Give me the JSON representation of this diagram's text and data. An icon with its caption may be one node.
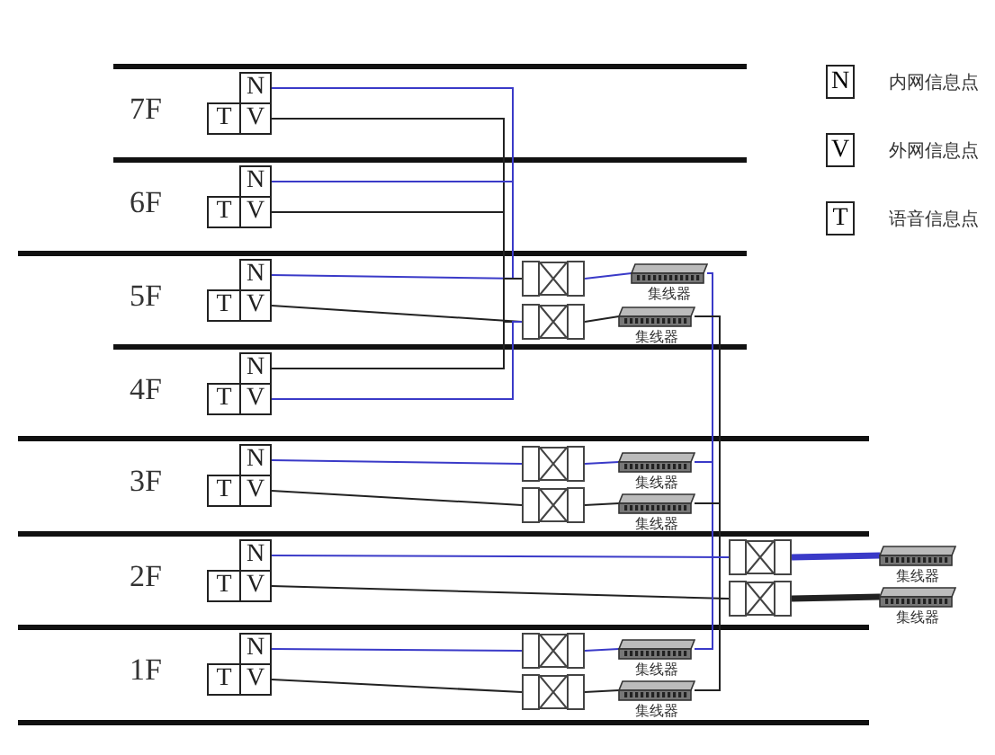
{
  "diagram": {
    "nodes": [
      {
        "text": [
          "N"
        ]
      },
      {
        "text": [
          "T"
        ]
      },
      {
        "text": [
          "V"
        ]
      },
      {
        "text": [
          "N"
        ]
      },
      {
        "text": [
          "T"
        ]
      },
      {
        "text": [
          "V"
        ]
      },
      {
        "text": [
          "N"
        ]
      },
      {
        "text": [
          "T"
        ]
      },
      {
        "text": [
          "V"
        ]
      },
      {
        "text": [
          "N"
        ]
      },
      {
        "text": [
          "T"
        ]
      },
      {
        "text": [
          "V"
        ]
      },
      {
        "text": [
          "N"
        ]
      },
      {
        "text": [
          "T"
        ]
      },
      {
        "text": [
          "V"
        ]
      },
      {
        "text": [
          "N"
        ]
      },
      {
        "text": [
          "T"
        ]
      },
      {
        "text": [
          "V"
        ]
      },
      {
        "text": [
          "N"
        ]
      },
      {
        "text": [
          "T"
        ]
      },
      {
        "text": [
          "V"
        ]
      },
      {
        "text": [],
        "shape": "box"
      },
      {
        "text": [
          "集线器"
        ]
      },
      {
        "text": [],
        "shape": "box"
      },
      {
        "text": [
          "集线器"
        ]
      },
      {
        "text": [],
        "shape": "box"
      },
      {
        "text": [
          "集线器"
        ]
      },
      {
        "text": [],
        "shape": "box"
      },
      {
        "text": [
          "集线器"
        ]
      },
      {
        "text": [],
        "shape": "box"
      },
      {
        "text": [
          "集线器"
        ]
      },
      {
        "text": [],
        "shape": "box"
      },
      {
        "text": [
          "集线器"
        ]
      },
      {
        "text": [],
        "shape": "box"
      },
      {
        "text": [
          "集线器"
        ]
      },
      {
        "text": [],
        "shape": "box"
      },
      {
        "text": [
          "集线器"
        ]
      }
    ],
    "edges": [
      {
        "from": 0,
        "to": 21,
        "arrow": "none",
        "color": "#3a3ac8"
      },
      {
        "from": 2,
        "to": 23,
        "arrow": "none",
        "color": "#222222"
      },
      {
        "from": 3,
        "to": 21,
        "arrow": "none",
        "color": "#3a3ac8"
      },
      {
        "from": 5,
        "to": 23,
        "arrow": "none",
        "color": "#222222"
      },
      {
        "from": 6,
        "to": 21,
        "arrow": "none",
        "color": "#3a3ac8"
      },
      {
        "from": 8,
        "to": 23,
        "arrow": "none",
        "color": "#222222"
      },
      {
        "from": 9,
        "to": 21,
        "arrow": "none",
        "color": "#222222"
      },
      {
        "from": 11,
        "to": 23,
        "arrow": "none",
        "color": "#3a3ac8"
      },
      {
        "from": 12,
        "to": 25,
        "arrow": "none",
        "color": "#3a3ac8"
      },
      {
        "from": 14,
        "to": 27,
        "arrow": "none",
        "color": "#222222"
      },
      {
        "from": 15,
        "to": 29,
        "arrow": "none",
        "color": "#3a3ac8"
      },
      {
        "from": 17,
        "to": 31,
        "arrow": "none",
        "color": "#222222"
      },
      {
        "from": 18,
        "to": 33,
        "arrow": "none",
        "color": "#3a3ac8"
      },
      {
        "from": 20,
        "to": 35,
        "arrow": "none",
        "color": "#222222"
      },
      {
        "from": 21,
        "to": 22,
        "arrow": "none",
        "color": "#3a3ac8"
      },
      {
        "from": 23,
        "to": 24,
        "arrow": "none",
        "color": "#222222"
      },
      {
        "from": 25,
        "to": 26,
        "arrow": "none",
        "color": "#3a3ac8"
      },
      {
        "from": 27,
        "to": 28,
        "arrow": "none",
        "color": "#222222"
      },
      {
        "from": 33,
        "to": 34,
        "arrow": "none",
        "color": "#3a3ac8"
      },
      {
        "from": 35,
        "to": 36,
        "arrow": "none",
        "color": "#222222"
      },
      {
        "from": 22,
        "to": 29,
        "arrow": "none",
        "color": "#3a3ac8"
      },
      {
        "from": 24,
        "to": 31,
        "arrow": "none",
        "color": "#222222"
      },
      {
        "from": 26,
        "to": 29,
        "arrow": "none",
        "color": "#3a3ac8"
      },
      {
        "from": 28,
        "to": 31,
        "arrow": "none",
        "color": "#222222"
      },
      {
        "from": 34,
        "to": 29,
        "arrow": "none",
        "color": "#3a3ac8"
      },
      {
        "from": 36,
        "to": 31,
        "arrow": "none",
        "color": "#222222"
      },
      {
        "from": 29,
        "to": 30,
        "arrow": "none",
        "style": "thick",
        "color": "#3a3ac8"
      },
      {
        "from": 31,
        "to": 32,
        "arrow": "none",
        "style": "thick",
        "color": "#222222"
      }
    ],
    "labels": [
      "7F",
      "6F",
      "5F",
      "4F",
      "3F",
      "2F",
      "1F",
      "N",
      "V",
      "T"
    ],
    "legend": [
      {
        "text": "内网信息点"
      },
      {
        "text": "外网信息点"
      },
      {
        "text": "语音信息点"
      }
    ]
  }
}
